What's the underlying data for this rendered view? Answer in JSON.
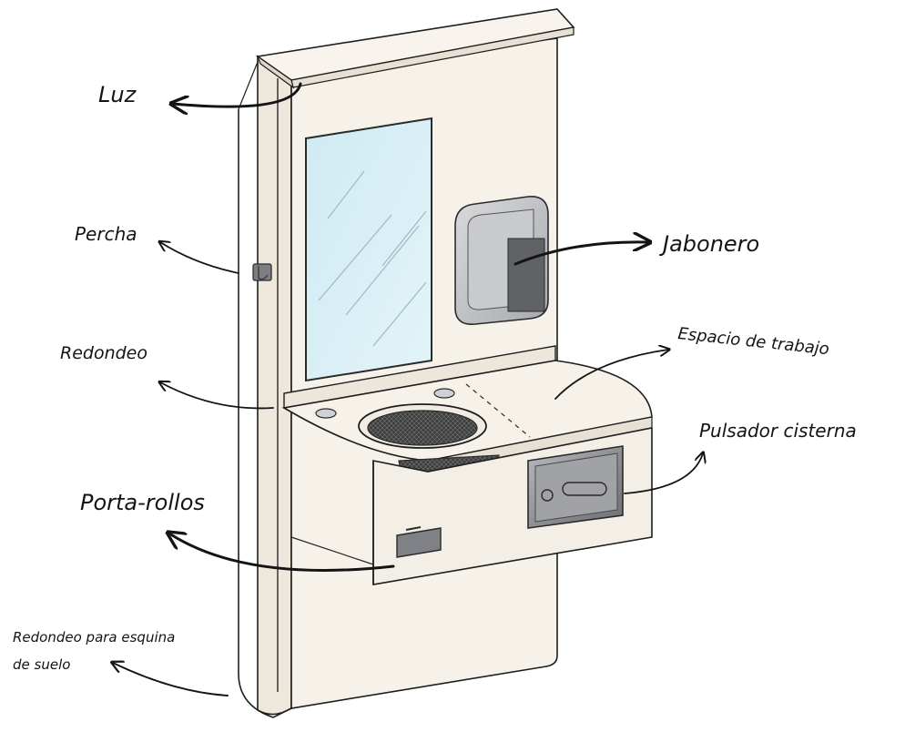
{
  "diagram": {
    "labels": {
      "luz": "Luz",
      "percha": "Percha",
      "redondeo": "Redondeo",
      "porta_rollos": "Porta-rollos",
      "redondeo_suelo_line1": "Redondeo para esquina",
      "redondeo_suelo_line2": "de suelo",
      "jabonero": "Jabonero",
      "espacio_trabajo": "Espacio de trabajo",
      "pulsador_cisterna": "Pulsador cisterna"
    },
    "colors": {
      "panel": "#f5f0e8",
      "panel_edge": "#1e1e1e",
      "mirror": "#d6eef5",
      "mirror_border": "#2a2a2a",
      "metal": "#8f9196",
      "metal_dark": "#5d5f64",
      "basin": "#3a3a3a",
      "ink": "#141414"
    },
    "icons": [
      "light-icon",
      "hook-icon",
      "soap-dispenser-icon",
      "flush-button-icon",
      "toilet-roll-holder-icon",
      "sink-basin-icon",
      "mirror-icon"
    ]
  }
}
